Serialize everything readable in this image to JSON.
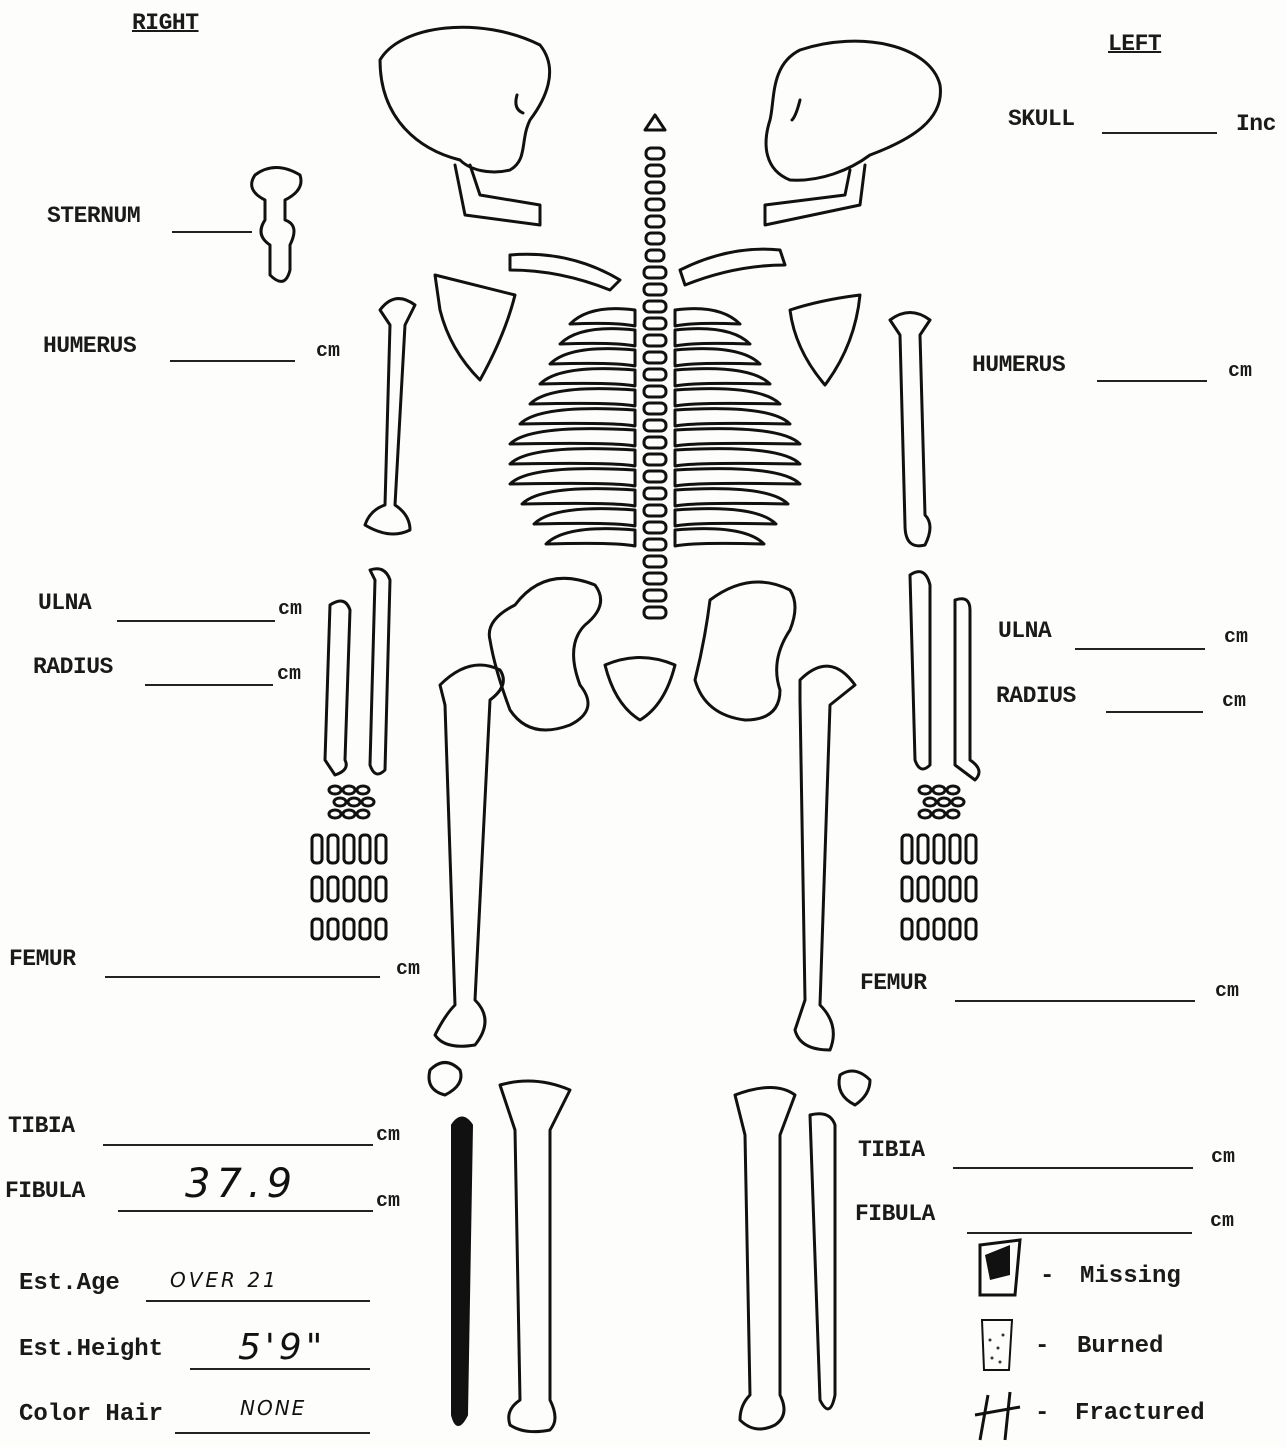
{
  "headings": {
    "right": "RIGHT",
    "left": "LEFT"
  },
  "right": {
    "sternum": {
      "label": "STERNUM"
    },
    "humerus": {
      "label": "HUMERUS",
      "unit": "cm"
    },
    "ulna": {
      "label": "ULNA",
      "unit": "cm"
    },
    "radius": {
      "label": "RADIUS",
      "unit": "cm"
    },
    "femur": {
      "label": "FEMUR",
      "unit": "cm"
    },
    "tibia": {
      "label": "TIBIA",
      "unit": "cm"
    },
    "fibula": {
      "label": "FIBULA",
      "unit": "cm",
      "value": "37.9"
    }
  },
  "left": {
    "skull": {
      "label": "SKULL",
      "value": "Inc"
    },
    "humerus": {
      "label": "HUMERUS",
      "unit": "cm"
    },
    "ulna": {
      "label": "ULNA",
      "unit": "cm"
    },
    "radius": {
      "label": "RADIUS",
      "unit": "cm"
    },
    "femur": {
      "label": "FEMUR",
      "unit": "cm"
    },
    "tibia": {
      "label": "TIBIA",
      "unit": "cm"
    },
    "fibula": {
      "label": "FIBULA",
      "unit": "cm"
    }
  },
  "estimates": {
    "age": {
      "label": "Est.Age",
      "value": "OVER 21"
    },
    "height": {
      "label": "Est.Height",
      "value": "5'9\""
    },
    "hair": {
      "label": "Color Hair",
      "value": "NONE"
    }
  },
  "legend": [
    {
      "symbol": "missing-icon",
      "dash": "-",
      "label": "Missing"
    },
    {
      "symbol": "burned-icon",
      "dash": "-",
      "label": "Burned"
    },
    {
      "symbol": "fractured-icon",
      "dash": "-",
      "label": "Fractured"
    }
  ],
  "colors": {
    "ink": "#111111",
    "paper": "#fdfdfb"
  }
}
